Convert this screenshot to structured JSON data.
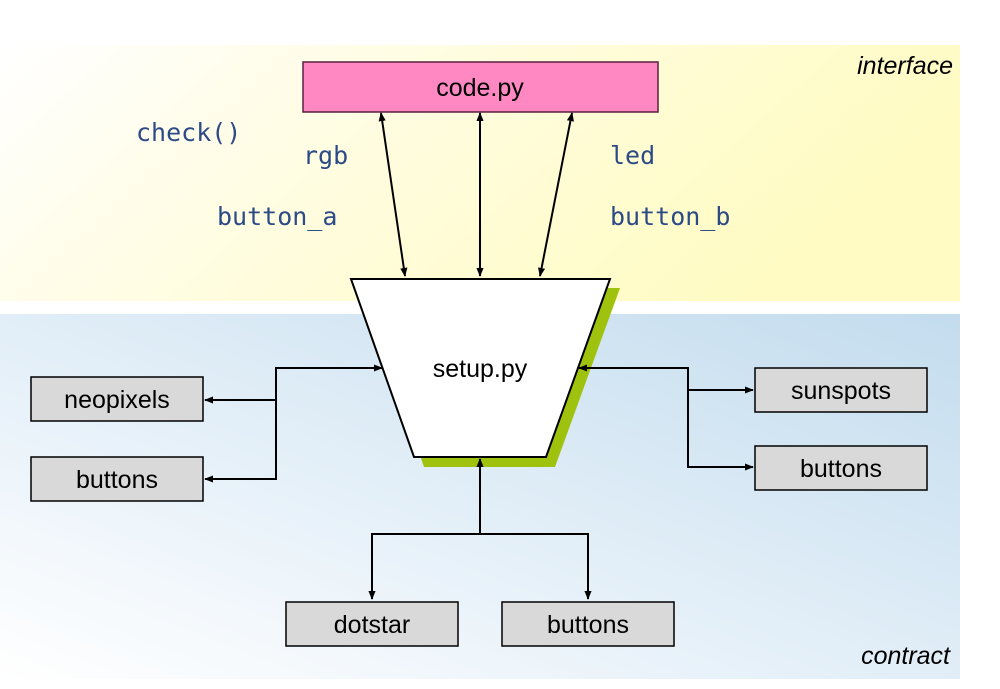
{
  "regions": {
    "interface": "interface",
    "contract": "contract"
  },
  "top_box": {
    "label": "code.py",
    "color": "#ff88c2"
  },
  "center": {
    "label": "setup.py",
    "shadow_color": "#9fc20e"
  },
  "signals": {
    "check": "check()",
    "rgb": "rgb",
    "button_a": "button_a",
    "led": "led",
    "button_b": "button_b"
  },
  "left_boxes": [
    "neopixels",
    "buttons"
  ],
  "right_boxes": [
    "sunspots",
    "buttons"
  ],
  "bottom_boxes": [
    "dotstar",
    "buttons"
  ],
  "colors": {
    "interface_bg": "#fffbc8",
    "contract_bg": "#c7dff0",
    "box_fill": "#d9d9d9"
  }
}
